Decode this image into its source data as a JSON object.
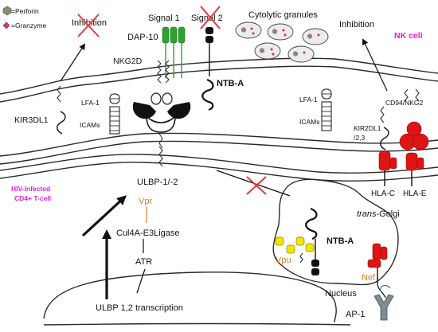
{
  "legend": {
    "perforin": "=Perforin",
    "granzyme": "=Granzyme"
  },
  "labels": {
    "inhibition_left": "Inhibition",
    "inhibition_right": "Inhibition",
    "signal1": "Signal 1",
    "signal2": "Signal 2",
    "cytolytic_granules": "Cytolytic granules",
    "nk_cell": "NK cell",
    "dap10": "DAP-10",
    "nkg2d": "NKG2D",
    "ntba_top": "NTB-A",
    "kir3dl1": "KIR3DL1",
    "lfa1_left": "LFA-1",
    "icams_left": "ICAMs",
    "lfa1_right": "LFA-1",
    "icams_right": "ICAMs",
    "cd94_nkg2": "CD94/NKG2",
    "kir2dl_line1": "KIR2DL1",
    "kir2dl_line2": "/2,3",
    "hla_c": "HLA-C",
    "hla_e": "HLA-E",
    "hiv_line1": "HIV-infected",
    "hiv_line2": "CD4+ T-cell",
    "ulbp": "ULBP-1/-2",
    "vpr": "Vpr",
    "cul4a": "Cul4A-E3Ligase",
    "atr": "ATR",
    "nucleus": "Nucleus",
    "ulbp_transcription": "ULBP 1,2 transcription",
    "trans_italic": "trans",
    "golgi_suffix": "-Golgi",
    "ntba_golgi": "NTB-A",
    "vpu": "Vpu",
    "nef": "Nef",
    "ap1": "AP-1"
  },
  "colors": {
    "nk_cell_label": "#e020e0",
    "hiv_label": "#e020e0",
    "viral_protein": "#e07b2a",
    "dap10_green": "#2ea12e",
    "hla_red": "#e01414",
    "vpu_yellow": "#f2e600",
    "cross_red": "#e03c3c",
    "perforin_grey": "#8a8a6e",
    "granzyme_purple": "#c8407a",
    "ap1_grey": "#7f8c93"
  },
  "icons": [
    "perforin-icon",
    "granzyme-icon",
    "cross-mark-icon",
    "arrow-icon"
  ]
}
